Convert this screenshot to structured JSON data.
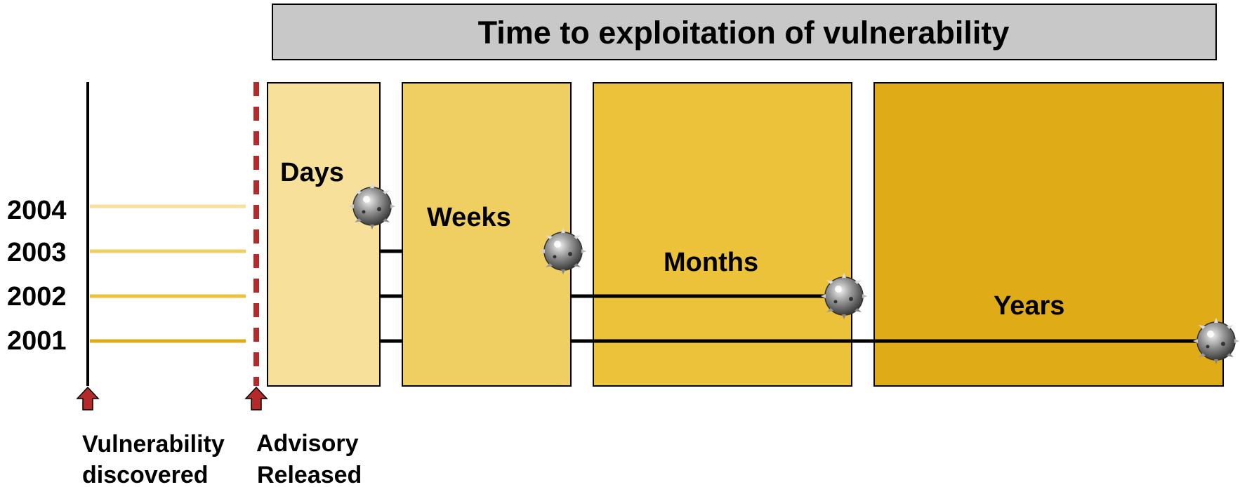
{
  "title": "Time to exploitation of vulnerability",
  "phases": [
    {
      "label": "Days",
      "fill": "#f6e09a"
    },
    {
      "label": "Weeks",
      "fill": "#f0cf62"
    },
    {
      "label": "Months",
      "fill": "#ecc23a"
    },
    {
      "label": "Years",
      "fill": "#dfac18"
    }
  ],
  "years": [
    {
      "label": "2004",
      "color": "#f6e09a",
      "exploit_phase": "Days"
    },
    {
      "label": "2003",
      "color": "#f0cf62",
      "exploit_phase": "Weeks"
    },
    {
      "label": "2002",
      "color": "#ecc23a",
      "exploit_phase": "Months"
    },
    {
      "label": "2001",
      "color": "#dfac18",
      "exploit_phase": "Years"
    }
  ],
  "markers": {
    "discovered": {
      "line1": "Vulnerability",
      "line2": "discovered"
    },
    "advisory": {
      "line1": "Advisory",
      "line2": "Released"
    }
  },
  "colors": {
    "title_bar": "#c8c8c8",
    "advisory_line": "#b5292a",
    "arrow": "#b5292a",
    "mine": "#9a9a9a"
  },
  "icons": {
    "exploit_marker": "mine-icon",
    "timeline_arrow": "up-arrow-icon"
  }
}
